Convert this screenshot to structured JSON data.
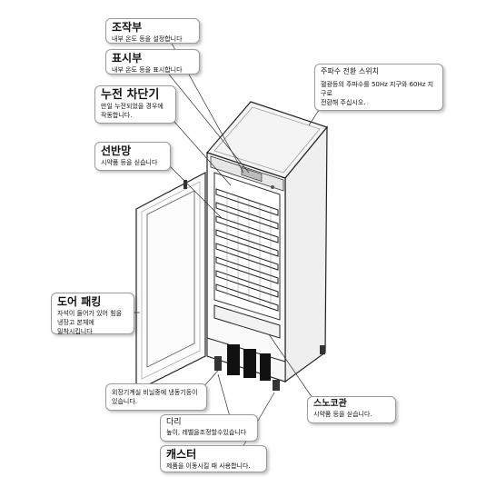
{
  "callouts": {
    "control": {
      "title": "조작부",
      "desc": "내부 온도 등을 설정합니다"
    },
    "display": {
      "title": "표시부",
      "desc": "내부 온도 등을 표시합니다"
    },
    "breaker": {
      "title": "누전 차단기",
      "desc": "만일 누전되었을 경우에\n작동합니다."
    },
    "shelf": {
      "title": "선반망",
      "desc": "시약품 등을 싣습니다"
    },
    "power": {
      "title": "주파수 전환 스위치",
      "desc": "혈광등의 주파수를 50Hz 지구와 60Hz 지구로\n전환해 주십시오."
    },
    "packing": {
      "title": "도어 패킹",
      "desc": "자석이 들어가 있어 힘을\n냉장고 본체에\n밀착시킵니다"
    },
    "machine": {
      "title": "",
      "desc": "외장기계실 비닐중에 냉동기등이\n있습니다."
    },
    "drawer": {
      "title": "스노코관",
      "desc": "시약품 등을 싣습니다."
    },
    "leg": {
      "title": "다리",
      "desc": "높이, 레벨을조정할수있습니다"
    },
    "caster": {
      "title": "캐스터",
      "desc": "제품을 이동시킬 때 사용합니다."
    }
  }
}
